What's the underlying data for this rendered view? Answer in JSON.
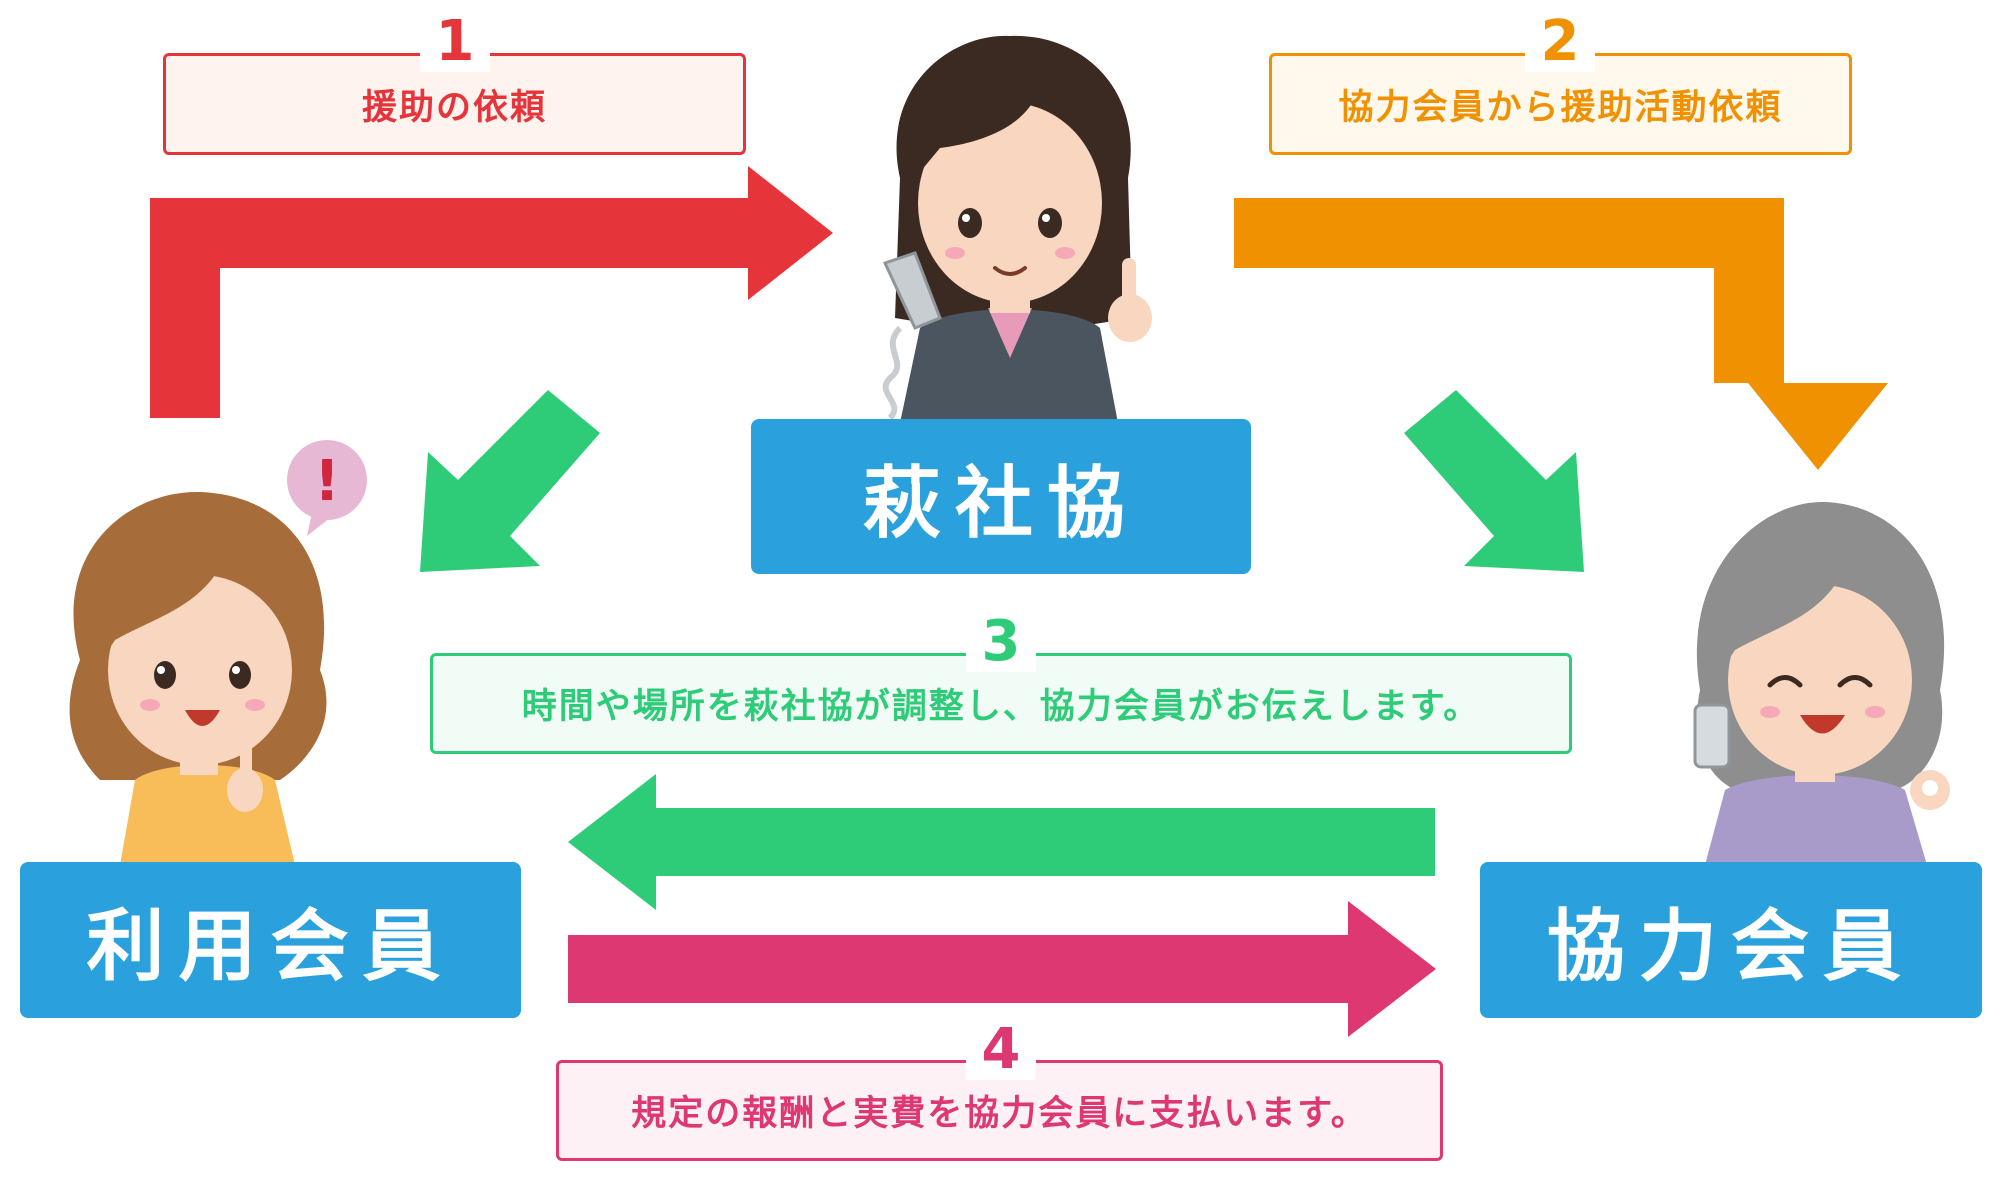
{
  "colors": {
    "step1": "#e5353a",
    "step2": "#ef9100",
    "step3": "#2ecc78",
    "step4": "#dd3872",
    "role_box": "#2aa1dc"
  },
  "steps": [
    {
      "number": "1",
      "label": "援助の依頼"
    },
    {
      "number": "2",
      "label": "協力会員から援助活動依頼"
    },
    {
      "number": "3",
      "label": "時間や場所を萩社協が調整し、協力会員がお伝えします。"
    },
    {
      "number": "4",
      "label": "規定の報酬と実費を協力会員に支払います。"
    }
  ],
  "roles": {
    "center": "萩社協",
    "user": "利用会員",
    "helper": "協力会員"
  },
  "callout": {
    "symbol": "!"
  },
  "icons": {
    "center_person": "receptionist-on-phone-icon",
    "user_person": "user-woman-thinking-icon",
    "helper_person": "elderly-woman-on-phone-icon",
    "alert": "exclamation-bubble-icon"
  }
}
